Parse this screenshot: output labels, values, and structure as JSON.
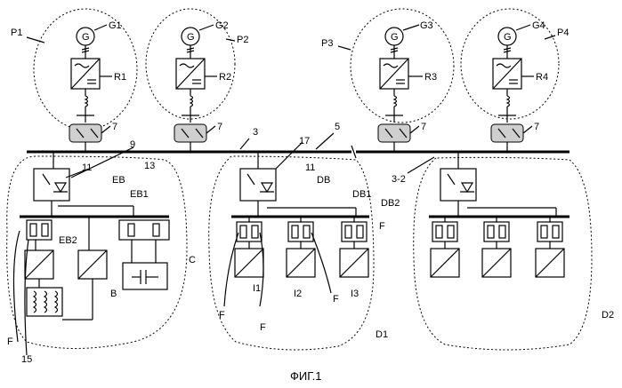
{
  "caption": "ФИГ.1",
  "labels": {
    "G1": "G1",
    "G2": "G2",
    "G3": "G3",
    "G4": "G4",
    "R1": "R1",
    "R2": "R2",
    "R3": "R3",
    "R4": "R4",
    "P1": "P1",
    "P2": "P2",
    "P3": "P3",
    "P4": "P4",
    "n7": "7",
    "n3": "3",
    "n5": "5",
    "n3_2": "3-2",
    "n9": "9",
    "n11": "11",
    "n13": "13",
    "n17": "17",
    "n15": "15",
    "EB": "EB",
    "EB1": "EB1",
    "EB2": "EB2",
    "DB": "DB",
    "DB1": "DB1",
    "DB2": "DB2",
    "C": "C",
    "B": "B",
    "F": "F",
    "I1": "I1",
    "I2": "I2",
    "I3": "I3",
    "D1": "D1",
    "D2": "D2",
    "G": "G"
  }
}
